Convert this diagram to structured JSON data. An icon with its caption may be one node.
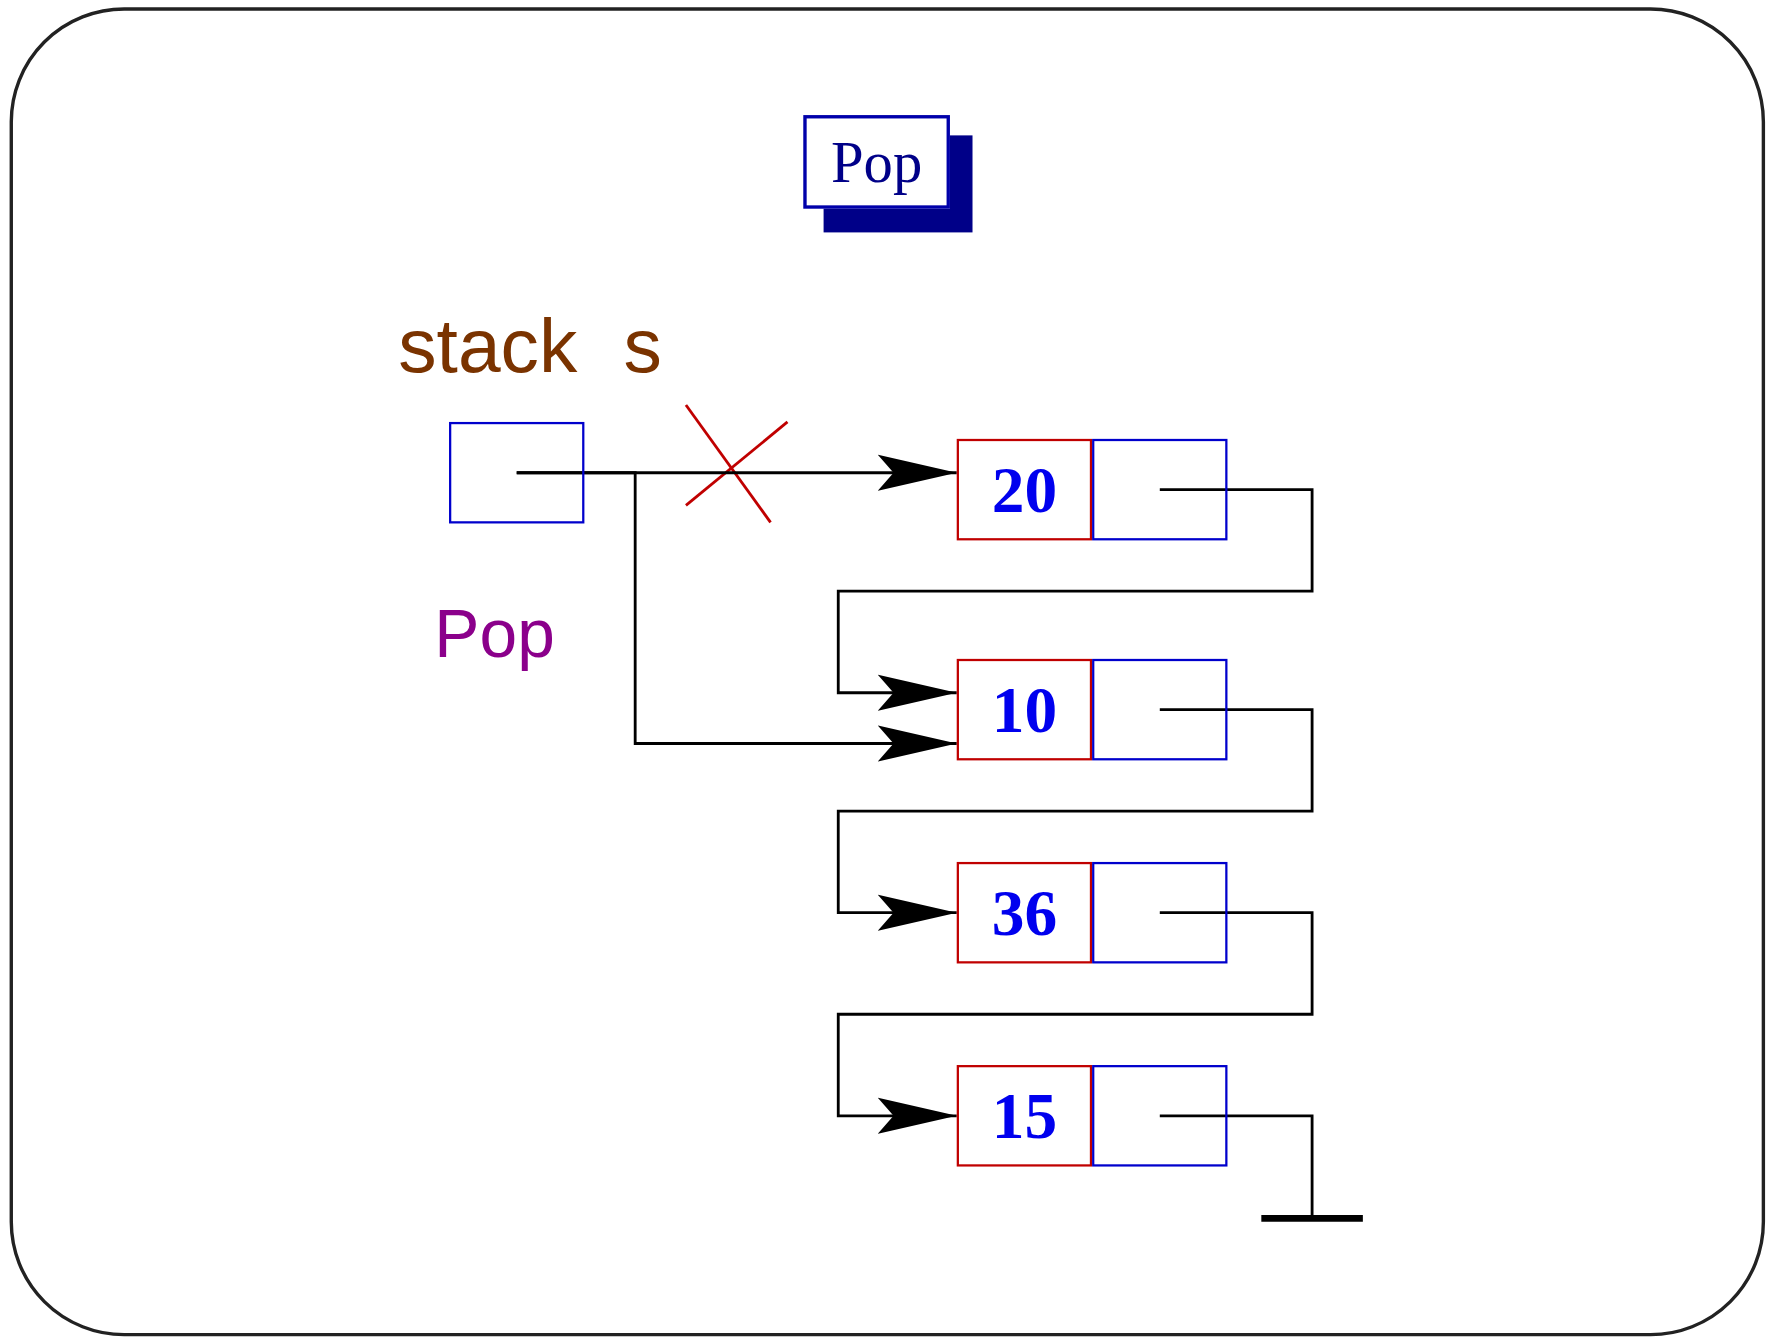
{
  "diagram": {
    "nodes": [
      {
        "text": [
          "Pop"
        ]
      },
      {
        "text": [],
        "shape": "box",
        "beside": [
          "stack s"
        ]
      },
      {
        "text": [
          "20"
        ]
      },
      {
        "text": [],
        "shape": "box"
      },
      {
        "text": [
          "10"
        ]
      },
      {
        "text": [],
        "shape": "box"
      },
      {
        "text": [
          "36"
        ]
      },
      {
        "text": [],
        "shape": "box"
      },
      {
        "text": [
          "15"
        ]
      },
      {
        "text": [],
        "shape": "box"
      }
    ],
    "edges": [
      {
        "from": 1,
        "to": 2,
        "arrow": "to"
      },
      {
        "from": 1,
        "to": 4,
        "arrow": "to"
      },
      {
        "from": 3,
        "to": 4,
        "arrow": "to"
      },
      {
        "from": 5,
        "to": 6,
        "arrow": "to"
      },
      {
        "from": 7,
        "to": 8,
        "arrow": "to"
      },
      {
        "from": 9,
        "to": null,
        "arrow": "other"
      }
    ],
    "labels": [
      "Pop"
    ]
  }
}
